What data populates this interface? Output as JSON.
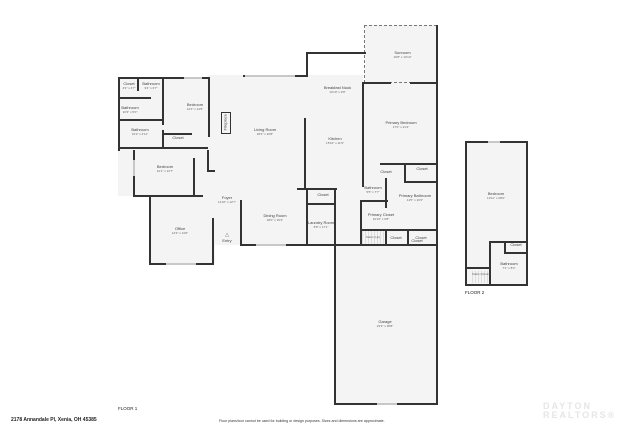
{
  "address": "2178 Annandale Pl, Xenia, OH 45385",
  "disclaimer": "Floor plans/tour cannot be used for building or design purposes. Sizes and dimensions are approximate.",
  "logo": {
    "line1": "DAYTON",
    "line2": "REALTORS®"
  },
  "floors": [
    {
      "label": "FLOOR 1",
      "rooms": [
        {
          "name": "Closet",
          "dims": "4'3\" x 4'7\""
        },
        {
          "name": "Bathroom",
          "dims": "9'4\" x 6'7\""
        },
        {
          "name": "Bathroom",
          "dims": "10'3\" x 5'0\""
        },
        {
          "name": "Bedroom",
          "dims": "12'2\" x 14'9\""
        },
        {
          "name": "Bathroom",
          "dims": "16'2\" x 4'11\""
        },
        {
          "name": "Closet",
          "dims": ""
        },
        {
          "name": "Fireplace",
          "dims": ""
        },
        {
          "name": "Living Room",
          "dims": "18'4\" x 20'8\""
        },
        {
          "name": "Breakfast Nook",
          "dims": "13'10\" x 9'9\""
        },
        {
          "name": "Kitchen",
          "dims": "15'10\" x 11'9\""
        },
        {
          "name": "Sunroom",
          "dims": "16'8\" x 13'10\""
        },
        {
          "name": "Primary Bedroom",
          "dims": "17'0\" x 21'4\""
        },
        {
          "name": "Closet",
          "dims": ""
        },
        {
          "name": "Bedroom",
          "dims": "12'1\" x 12'7\""
        },
        {
          "name": "Foyer",
          "dims": "11'10\" x 12'7\""
        },
        {
          "name": "Office",
          "dims": "14'3\" x 13'6\""
        },
        {
          "name": "Entry",
          "dims": ""
        },
        {
          "name": "Dining Room",
          "dims": "18'0\" x 15'4\""
        },
        {
          "name": "Closet",
          "dims": ""
        },
        {
          "name": "Laundry Room",
          "dims": "8'8\" x 17'1\""
        },
        {
          "name": "Bathroom",
          "dims": "5'5\" x 7'7\""
        },
        {
          "name": "Closet",
          "dims": ""
        },
        {
          "name": "Closet",
          "dims": ""
        },
        {
          "name": "Primary Bathroom",
          "dims": "11'5\" x 10'3\""
        },
        {
          "name": "Primary Closet",
          "dims": "10'10\" x 6'8\""
        },
        {
          "name": "Stairs (Up)",
          "dims": ""
        },
        {
          "name": "Closet",
          "dims": ""
        },
        {
          "name": "Closet",
          "dims": ""
        },
        {
          "name": "Garage",
          "dims": "23'3\" x 38'8\""
        }
      ]
    },
    {
      "label": "FLOOR 2",
      "rooms": [
        {
          "name": "Bedroom",
          "dims": "13'11\" x 28'9\""
        },
        {
          "name": "Closet",
          "dims": ""
        },
        {
          "name": "Bathroom",
          "dims": "7'1\" x 8'4\""
        },
        {
          "name": "Stairs (Down)",
          "dims": ""
        }
      ]
    }
  ]
}
